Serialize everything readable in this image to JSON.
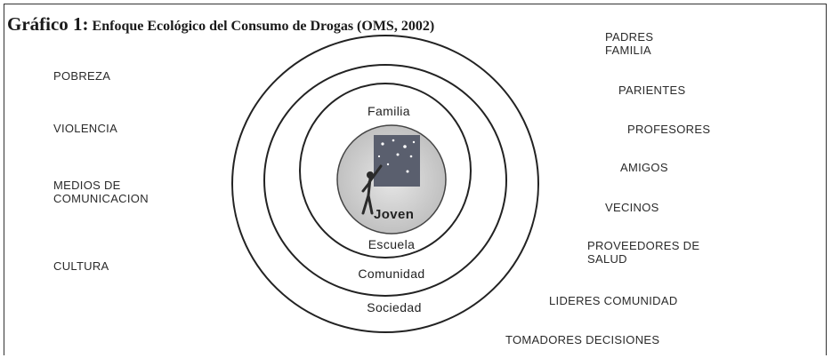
{
  "title": {
    "prefix": "Gráfico 1:",
    "text": "Enfoque Ecológico del Consumo de Drogas (OMS, 2002)"
  },
  "rings": {
    "center": "Joven",
    "inner": "Familia",
    "school": "Escuela",
    "community": "Comunidad",
    "society": "Sociedad"
  },
  "left_factors": [
    "POBREZA",
    "VIOLENCIA",
    "MEDIOS DE\nCOMUNICACION",
    "CULTURA"
  ],
  "right_actors": [
    "PADRES\nFAMILIA",
    "PARIENTES",
    "PROFESORES",
    "AMIGOS",
    "VECINOS",
    "PROVEEDORES DE\nSALUD",
    "LIDERES COMUNIDAD",
    "TOMADORES DECISIONES"
  ]
}
